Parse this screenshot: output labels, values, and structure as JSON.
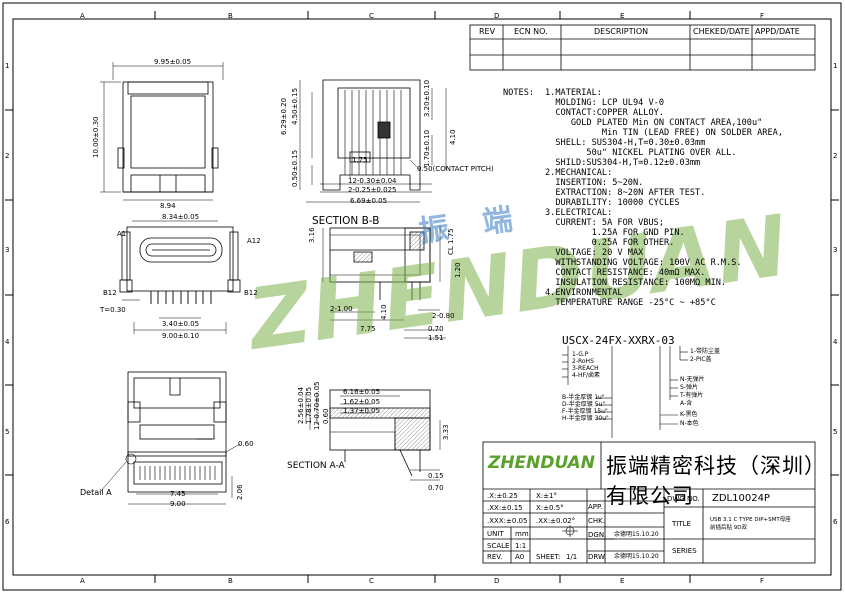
{
  "zones": {
    "top": [
      "A",
      "B",
      "C",
      "D",
      "E",
      "F"
    ],
    "side": [
      "1",
      "2",
      "3",
      "4",
      "5",
      "6"
    ]
  },
  "revision_table": {
    "headers": [
      "REV",
      "ECN NO.",
      "DESCRIPTION",
      "CHEKED/DATE",
      "APPD/DATE"
    ]
  },
  "notes": {
    "heading": "NOTES:",
    "lines": [
      "1.MATERIAL:",
      "  MOLDING: LCP UL94 V-0",
      "  CONTACT:COPPER ALLOY.",
      "     GOLD PLATED Min ON CONTACT AREA,100u\"",
      "           Min TIN (LEAD FREE) ON SOLDER AREA,",
      "  SHELL: SUS304-H,T=0.30±0.03mm",
      "        50u\" NICKEL PLATING OVER ALL.",
      "  SHILD:SUS304-H,T=0.12±0.03mm",
      "2.MECHANICAL:",
      "  INSERTION: 5~20N.",
      "  EXTRACTION: 8~20N AFTER TEST.",
      "  DURABILITY: 10000 CYCLES",
      "3.ELECTRICAL:",
      "  CURRENT: 5A FOR VBUS;",
      "         1.25A FOR GND PIN.",
      "         0.25A FOR OTHER.",
      "  VOLTAGE: 20 V MAX",
      "  WITHSTANDING VOLTAGE: 100V AC R.M.S.",
      "  CONTACT RESISTANCE: 40mΩ MAX.",
      "  INSULATION RESISTANCE: 100MΩ MIN.",
      "4.ENVIRONMENTAL",
      "  TEMPERATURE RANGE -25°C ~ +85°C"
    ]
  },
  "part_number": {
    "code": "USCX-24FX-XXRX-03",
    "left_options": [
      "1-G.P",
      "2-RoHS",
      "3-REACH",
      "4-HF/卤素"
    ],
    "plating_options": [
      "B-半金厚镀 1u\"",
      "D-半金厚镀 5u\"",
      "F-半金厚镀 15u\"",
      "H-半金厚镀 30u\""
    ],
    "right_top": [
      "1-带防尘盖",
      "2-PIC盖"
    ],
    "right_mid": [
      "N-无弹片",
      "S-弹片",
      "T-有弹片",
      "A-含"
    ],
    "right_bot": [
      "K-黑色",
      "N-本色"
    ]
  },
  "section_labels": {
    "bb": "SECTION B-B",
    "aa": "SECTION A-A",
    "detail": "Detail A"
  },
  "dimensions": {
    "top_width": "9.95±0.05",
    "top_height": "10.00±0.30",
    "top_bottom": "8.94",
    "front_width": "8.34±0.05",
    "a1": "A1",
    "a12": "A12",
    "b12_left": "B12",
    "b12_right": "B12",
    "t_label": "T=0.30",
    "pin_span": "3.40±0.05",
    "pin_span_total": "9.00±0.10",
    "side_h1": "6.29±0.20",
    "side_h2": "4.50±0.15",
    "side_h3": "0.50±0.15",
    "side_r1": "3.20±0.10",
    "side_r2": "4.10",
    "side_r3": "1.70±0.10",
    "side_175": "1.75",
    "contact_pitch": "0.50(CONTACT PITCH)",
    "side_b1": "12-0.30±0.04",
    "side_b2": "2-0.25±0.025",
    "side_b3": "6.69±0.05",
    "sa_316": "3.16",
    "sa_200": "2-1.00",
    "sa_775": "7.75",
    "sa_410": "4.10",
    "sa_070": "0.70",
    "sa_151": "1.51",
    "sa_080": "2-0.80",
    "sa_cl": "CL 1.75",
    "sa_120": "1.20",
    "bot_745": "7.45",
    "bot_900": "9.00",
    "bot_206": "2.06",
    "bot_060": "0.60",
    "aa_256": "2.56±0.04",
    "aa_178": "1.78±0.05",
    "aa_12": "12-0.70±0.05",
    "aa_060": "0.60",
    "aa_616": "6.16±0.05",
    "aa_162": "1.62±0.05",
    "aa_137": "1.37±0.05",
    "aa_333": "3.33",
    "aa_015": "0.15",
    "aa_070": "0.70"
  },
  "watermark": {
    "cn": "振 端",
    "en": "ZHENDUAN"
  },
  "title_block": {
    "logo": "ZHENDUAN",
    "company": "振端精密科技（深圳）有限公司",
    "tolerances": [
      [
        ".X:±0.25",
        "X:±1°"
      ],
      [
        ".XX:±0.15",
        "X:±0.5°"
      ],
      [
        ".XXX:±0.05",
        ".XX:±0.02°"
      ]
    ],
    "app_label": "APP.",
    "chk_label": "CHK.",
    "dgn_label": "DGN.",
    "drw_label": "DRW.",
    "dgn_value": "余德明15.10.20",
    "drw_value": "余德明15.10.20",
    "unit_label": "UNIT",
    "unit_value": "mm",
    "scale_label": "SCALE",
    "scale_value": "1:1",
    "rev_label": "REV.",
    "rev_value": "A0",
    "sheet_label": "SHEET:",
    "sheet_value": "1/1",
    "dwg_label": "DWG NO.",
    "dwg_value": "ZDL10024P",
    "title_label": "TITLE",
    "title_value": "USB 3.1 C TYPE DIP+SMT母座",
    "title_value2": "前插后贴 9D双",
    "series_label": "SERIES"
  }
}
